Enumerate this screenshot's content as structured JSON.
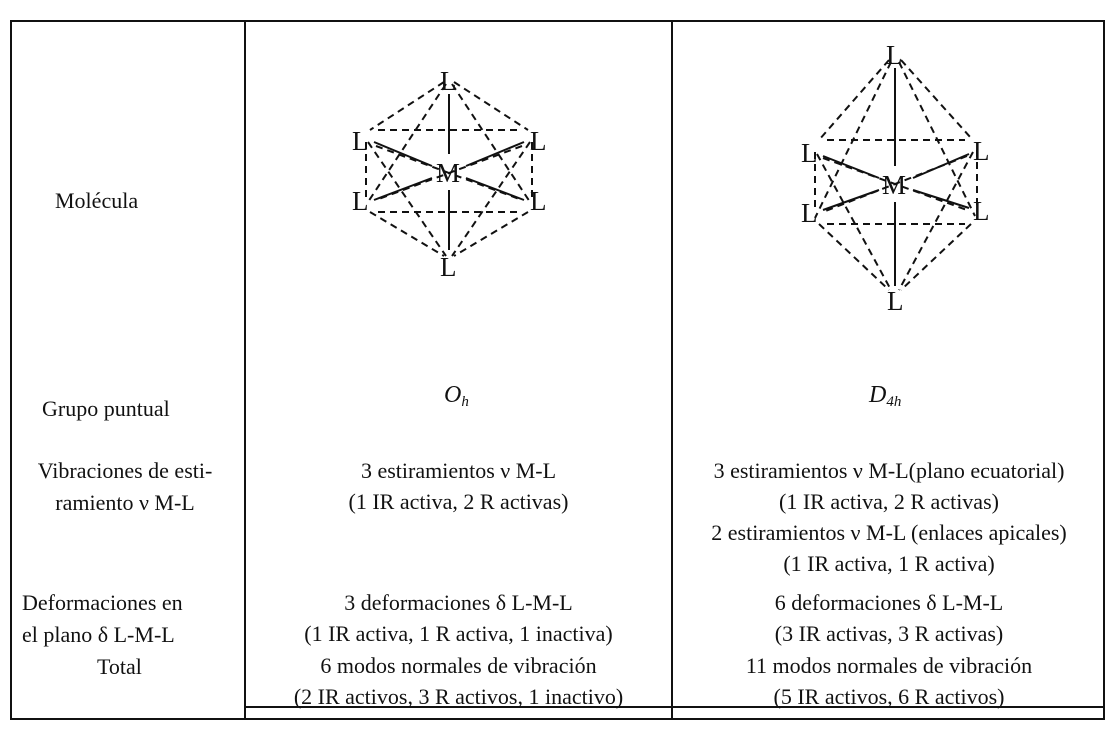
{
  "row_labels": {
    "molecule": "Molécula",
    "point_group": "Grupo puntual",
    "stretching": [
      "Vibraciones de esti-",
      "ramiento ν M-L"
    ],
    "deformations": [
      "Deformaciones en",
      "el plano δ L-M-L"
    ],
    "total": "Total"
  },
  "oh": {
    "point_group_main": "O",
    "point_group_sub": "h",
    "molecule_atoms": {
      "center": "M",
      "ligand": "L"
    },
    "stretching": [
      "3 estiramientos ν M-L",
      "(1 IR activa, 2 R activas)"
    ],
    "deformations": [
      "3 deformaciones δ L-M-L",
      "(1 IR activa, 1 R activa, 1 inactiva)"
    ],
    "total": [
      "6 modos normales de vibración",
      "(2 IR activos, 3 R activos, 1 inactivo)"
    ]
  },
  "d4h": {
    "point_group_main": "D",
    "point_group_sub": "4h",
    "molecule_atoms": {
      "center": "M",
      "ligand": "L"
    },
    "stretching": [
      "3 estiramientos ν M-L(plano ecuatorial)",
      "(1 IR activa, 2 R activas)",
      "2 estiramientos ν M-L (enlaces apicales)",
      "(1 IR activa, 1 R activa)"
    ],
    "deformations": [
      "6 deformaciones δ L-M-L",
      "(3 IR activas, 3 R activas)"
    ],
    "total": [
      "11 modos normales de vibración",
      "(5 IR activos, 6 R activos)"
    ]
  }
}
